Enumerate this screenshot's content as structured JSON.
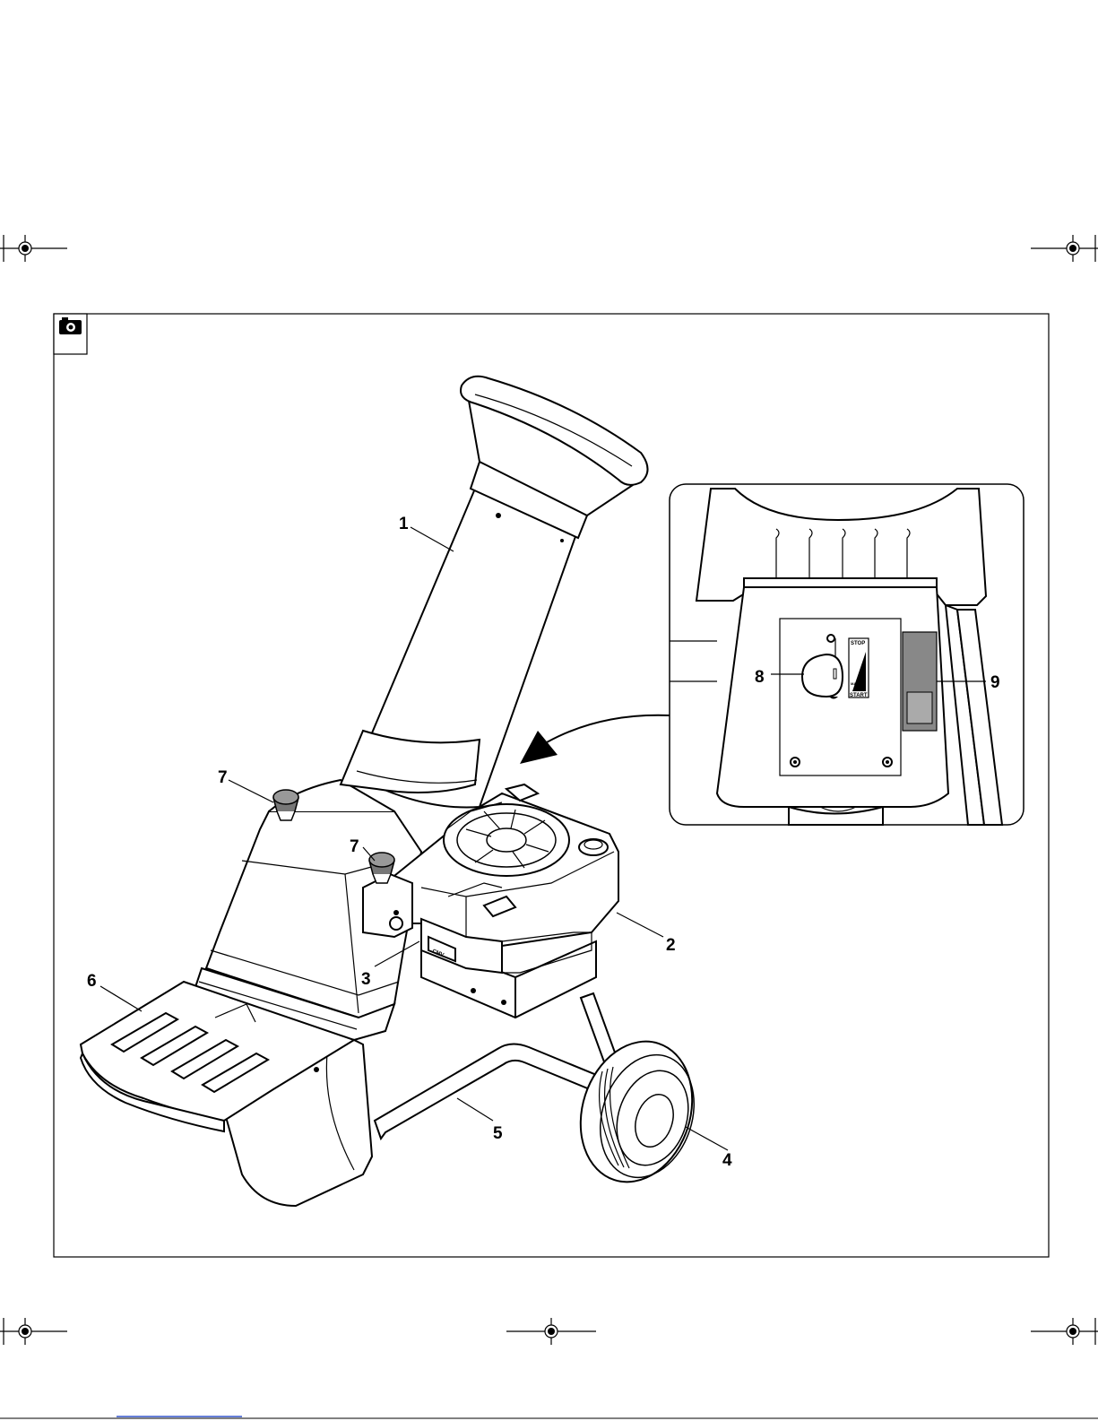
{
  "figure": {
    "camera_icon": "camera-icon",
    "callouts": [
      {
        "id": "c1",
        "text": "1"
      },
      {
        "id": "c2",
        "text": "2"
      },
      {
        "id": "c3",
        "text": "3"
      },
      {
        "id": "c4",
        "text": "4"
      },
      {
        "id": "c5",
        "text": "5"
      },
      {
        "id": "c6",
        "text": "6"
      },
      {
        "id": "c7a",
        "text": "7"
      },
      {
        "id": "c7b",
        "text": "7"
      },
      {
        "id": "c8",
        "text": "8"
      },
      {
        "id": "c9",
        "text": "9"
      }
    ],
    "panel_labels": {
      "stop": "STOP",
      "max": "MAX",
      "start": "START"
    },
    "engine_badge": "CMV"
  }
}
